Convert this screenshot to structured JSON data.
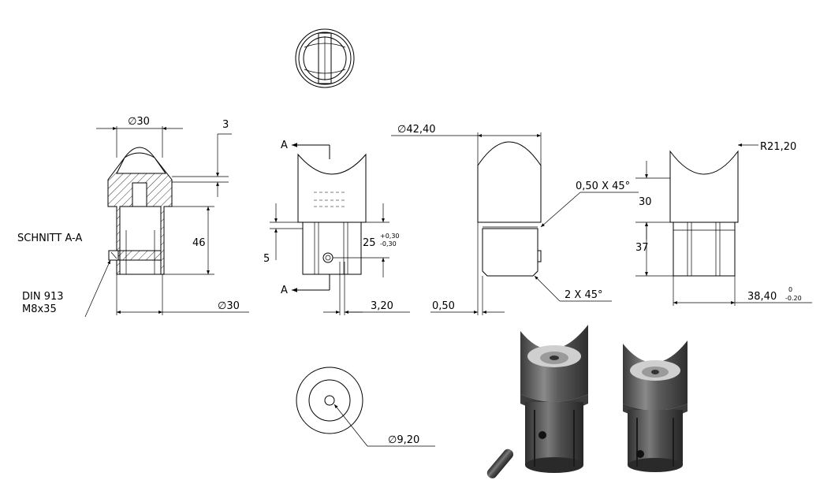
{
  "section": {
    "label": "SCHNITT A-A",
    "screw_line1": "DIN 913",
    "screw_line2": "M8x35",
    "dim_top_dia": "∅30",
    "dim_wall": "3",
    "dim_height": "46",
    "dim_bottom_dia": "∅30"
  },
  "front": {
    "cut_label_top": "A",
    "cut_label_bottom": "A",
    "dim_shoulder": "5",
    "dim_spigot": "25",
    "tol_upper": "+0,30",
    "tol_lower": "-0,30",
    "dim_hole_offset": "3,20"
  },
  "side": {
    "dim_outer_dia": "∅42,40",
    "chamfer_top": "0,50 X 45°",
    "chamfer_bottom": "2 X 45°",
    "dim_step": "0,50"
  },
  "right": {
    "radius": "R21,20",
    "dim_upper": "30",
    "dim_lower": "37",
    "dim_spigot_dia": "38,40",
    "tol_upper": "0",
    "tol_lower": "-0.20"
  },
  "bottom": {
    "dim_hole_dia": "∅9,20"
  }
}
